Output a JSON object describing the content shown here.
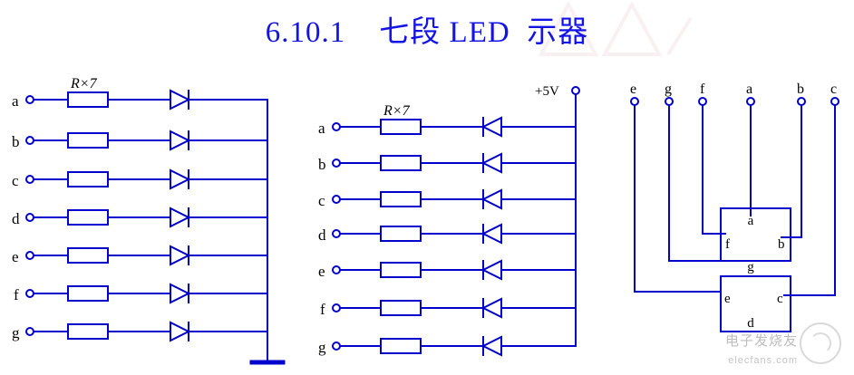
{
  "title": "6.10.1    七段 LED  示器",
  "colors": {
    "title": "#1313e6",
    "wire": "#0000cc",
    "text": "#000000",
    "watermark": "#c9c9c9"
  },
  "circuits": [
    {
      "id": "common-cathode",
      "name": "common-cathode-led-array",
      "resistor_label": "R×7",
      "terminals": [
        "a",
        "b",
        "c",
        "d",
        "e",
        "f",
        "g"
      ],
      "supply_label": "",
      "ground": true
    },
    {
      "id": "common-anode",
      "name": "common-anode-led-array",
      "resistor_label": "R×7",
      "terminals": [
        "a",
        "b",
        "c",
        "d",
        "e",
        "f",
        "g"
      ],
      "supply_label": "+5V",
      "ground": false
    },
    {
      "id": "seven-segment-display",
      "name": "seven-segment-display",
      "pins": [
        "e",
        "g",
        "f",
        "a",
        "b",
        "c"
      ],
      "segments": [
        "a",
        "f",
        "b",
        "g",
        "e",
        "c",
        "d"
      ]
    }
  ],
  "watermark": {
    "cn": "电子发烧友",
    "en": "elecfans.com"
  }
}
